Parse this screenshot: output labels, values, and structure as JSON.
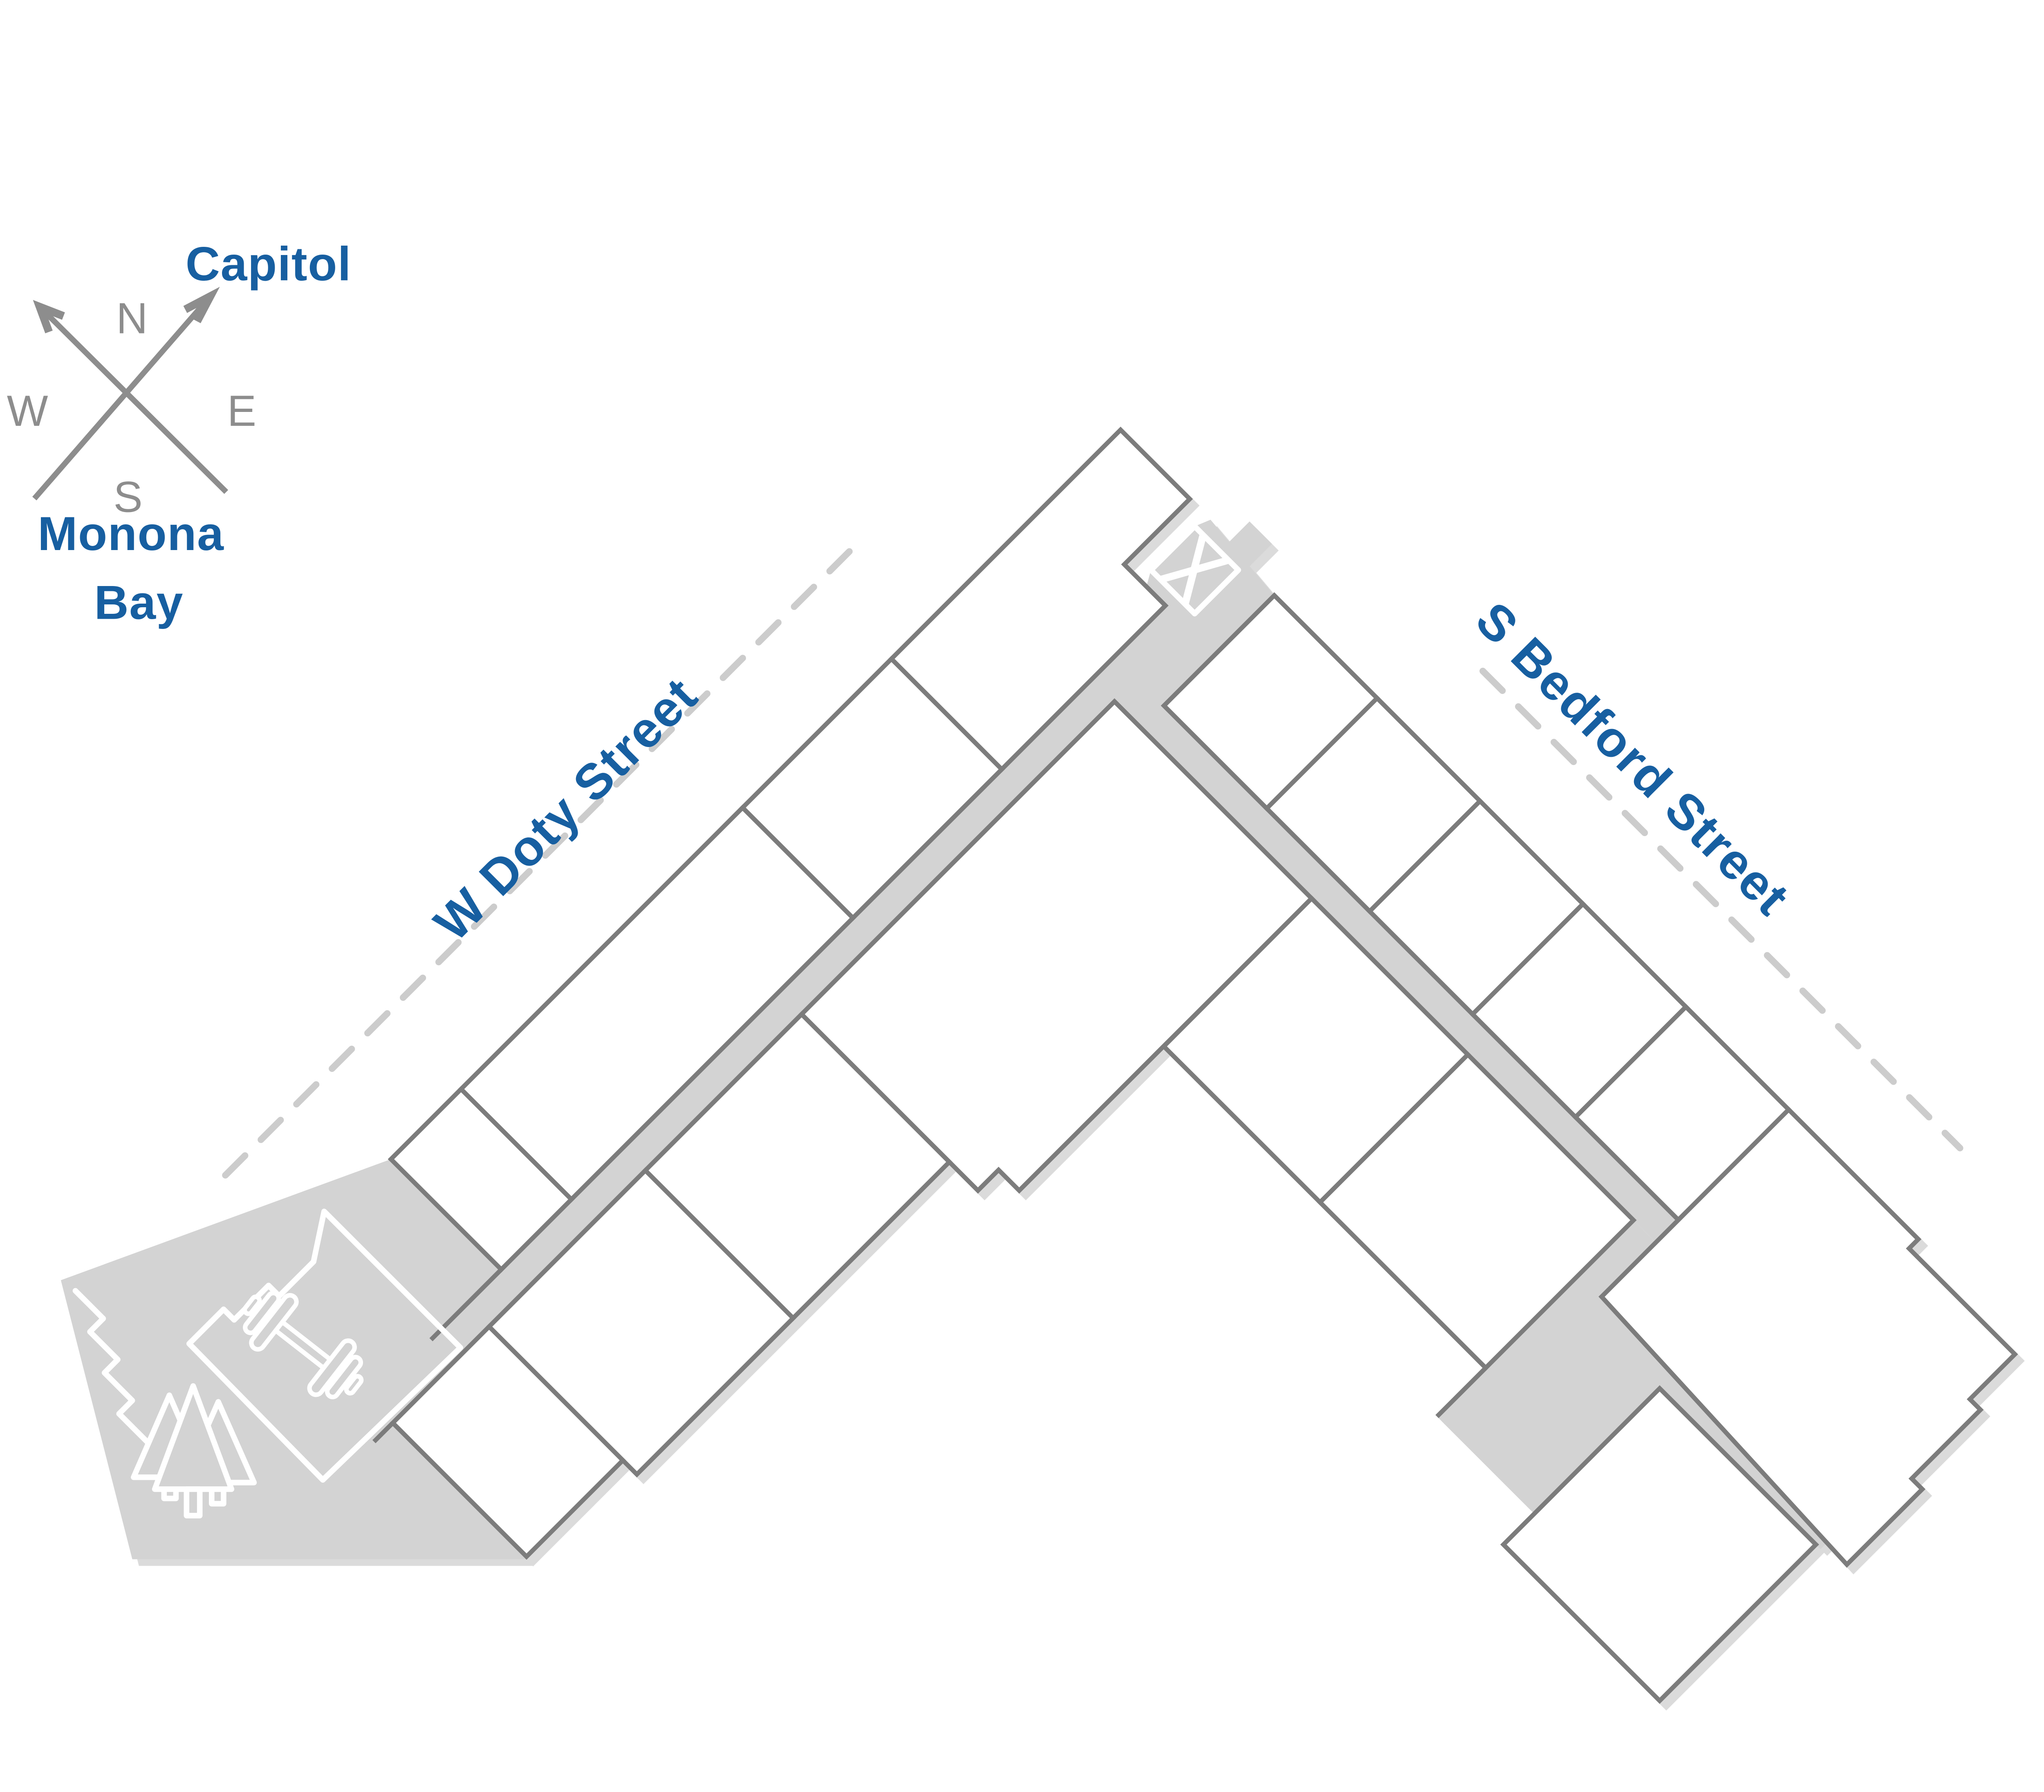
{
  "page": {
    "background": "#FFFFFF"
  },
  "compass": {
    "n": "N",
    "e": "E",
    "s": "S",
    "w": "W"
  },
  "landmarks": {
    "capitol": "Capitol",
    "monona_bay_line1": "Monona",
    "monona_bay_line2": "Bay"
  },
  "streets": {
    "west": "W Doty Street",
    "south": "S Bedford Street"
  },
  "building": {
    "elevator_marker": "X",
    "units_total": 18,
    "highlighted_units": 1
  },
  "icons": {
    "compass": "compass-rose-icon",
    "elevator": "elevator-x-icon",
    "fitness": "dumbbell-icon",
    "outdoor": "trees-icon"
  },
  "colors": {
    "highlight_blue": "#005EA2",
    "label_blue": "#175FA1",
    "corridor_gray": "#D3D3D3",
    "outline_gray": "#7C7C7C",
    "compass_gray": "#8D8D8D",
    "dash_gray": "#CCCCCC",
    "icon_white": "#FFFFFF",
    "shadow_gray": "#DBDBDB"
  }
}
